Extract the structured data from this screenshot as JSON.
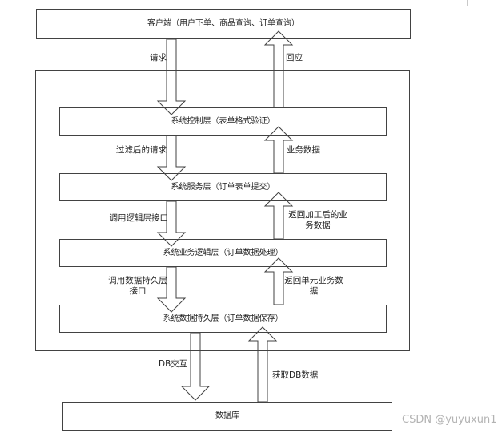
{
  "colors": {
    "line": "#424242",
    "box_fill": "#ffffff",
    "watermark_text": "#b3b3b3",
    "cropped_shape": "#c9c9c9",
    "background": "#ffffff"
  },
  "boxes": {
    "client": "客户端（用户下单、商品查询、订单查询）",
    "control_layer": "系统控制层（表单格式验证）",
    "service_layer": "系统服务层（订单表单提交）",
    "business_logic_layer": "系统业务逻辑层（订单数据处理）",
    "persistence_layer": "系统数据持久层（订单数据保存）",
    "database": "数据库"
  },
  "arrow_labels": {
    "request": "请求",
    "response": "回应",
    "filtered_request": "过滤后的请求",
    "business_data": "业务数据",
    "call_logic_interface": "调用逻辑层接口",
    "return_processed_business_data": "返回加工后的业\n务数据",
    "call_persistence_interface": "调用数据持久层\n接口",
    "return_unit_business_data": "返回单元业务数\n据",
    "db_interaction": "DB交互",
    "get_db_data": "获取DB数据"
  },
  "watermark": "CSDN @yuyuxun1"
}
